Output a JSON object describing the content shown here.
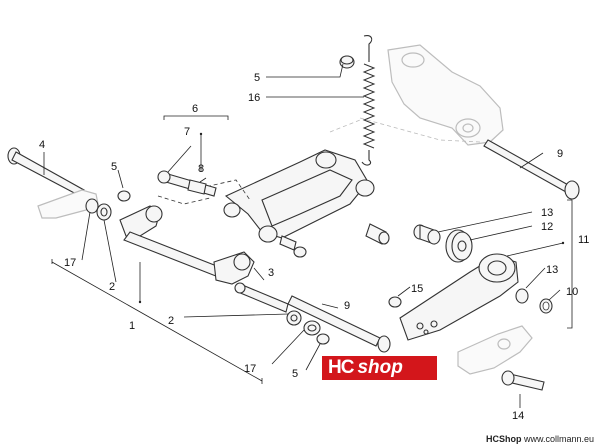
{
  "callouts": {
    "c5_top": "5",
    "c16": "16",
    "c6": "6",
    "c7": "7",
    "c8": "8",
    "c4": "4",
    "c5_left": "5",
    "c9_top": "9",
    "c17_left": "17",
    "c2_left": "2",
    "c1": "1",
    "c3": "3",
    "c2_mid": "2",
    "c9_mid": "9",
    "c17_bottom": "17",
    "c5_bottom": "5",
    "c13_top": "13",
    "c12": "12",
    "c11": "11",
    "c13_right": "13",
    "c15": "15",
    "c10": "10",
    "c14": "14"
  },
  "logo": {
    "hc": "HC",
    "shop": "shop"
  },
  "footer": {
    "brand": "HCShop",
    "site": " www.collmann.eu"
  },
  "colors": {
    "logo_red": "#d3161b",
    "line": "#333333",
    "ghost": "#bdbdbd"
  }
}
